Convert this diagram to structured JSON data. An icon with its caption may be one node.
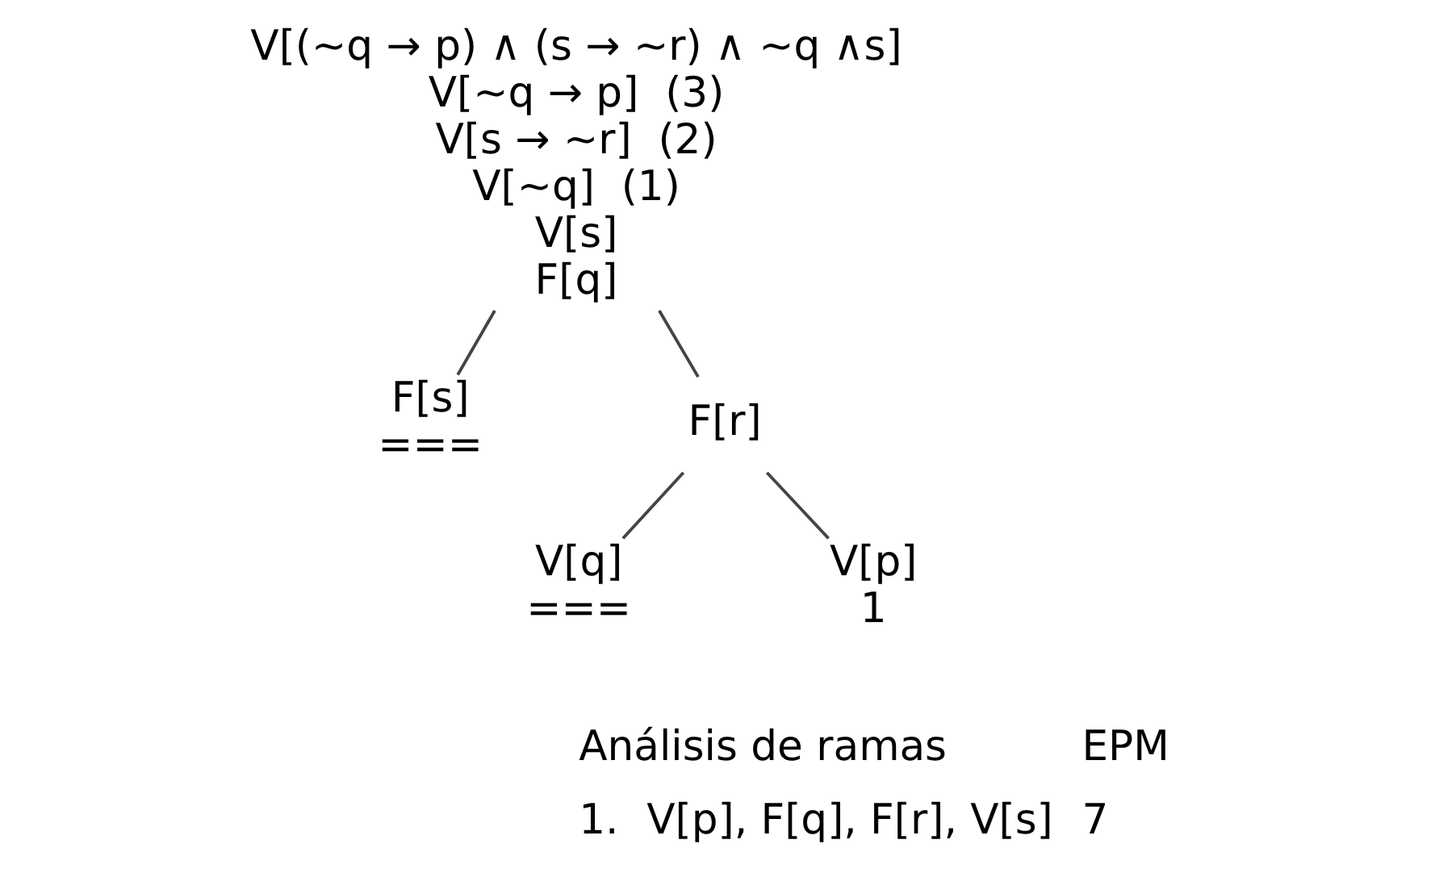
{
  "diagram": {
    "nodes": [
      {
        "text": [
          "V[(~q → p) ∧ (s → ~r) ∧ ~q ∧s]",
          "V[~q → p]  (3)",
          "V[s → ~r]  (2)",
          "V[~q]  (1)",
          "V[s]",
          "F[q]"
        ]
      },
      {
        "text": [
          "F[s]"
        ],
        "beside": [
          "==="
        ]
      },
      {
        "text": [
          "F[r]"
        ]
      },
      {
        "text": [
          "V[q]"
        ],
        "beside": [
          "==="
        ]
      },
      {
        "text": [
          "V[p]"
        ],
        "beside": [
          "1"
        ]
      }
    ],
    "edges": [
      {
        "from": 0,
        "to": 1,
        "arrow": "none"
      },
      {
        "from": 0,
        "to": 2,
        "arrow": "none"
      },
      {
        "from": 2,
        "to": 3,
        "arrow": "none"
      },
      {
        "from": 2,
        "to": 4,
        "arrow": "none"
      }
    ],
    "labels": [
      "Análisis de ramas",
      "EPM",
      "1.",
      "V[p], F[q], F[r], V[s]",
      "7"
    ]
  }
}
